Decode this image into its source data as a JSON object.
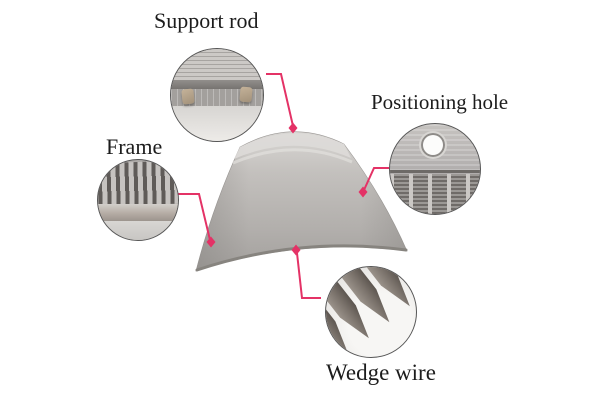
{
  "background_color": "#ffffff",
  "accent_color": "#e43266",
  "subject_name": "wedge-wire-screen-curved-panel",
  "callouts": [
    {
      "name": "support-rod",
      "label": "Support rod"
    },
    {
      "name": "frame",
      "label": "Frame"
    },
    {
      "name": "positioning-hole",
      "label": "Positioning hole"
    },
    {
      "name": "wedge-wire",
      "label": "Wedge wire"
    }
  ]
}
